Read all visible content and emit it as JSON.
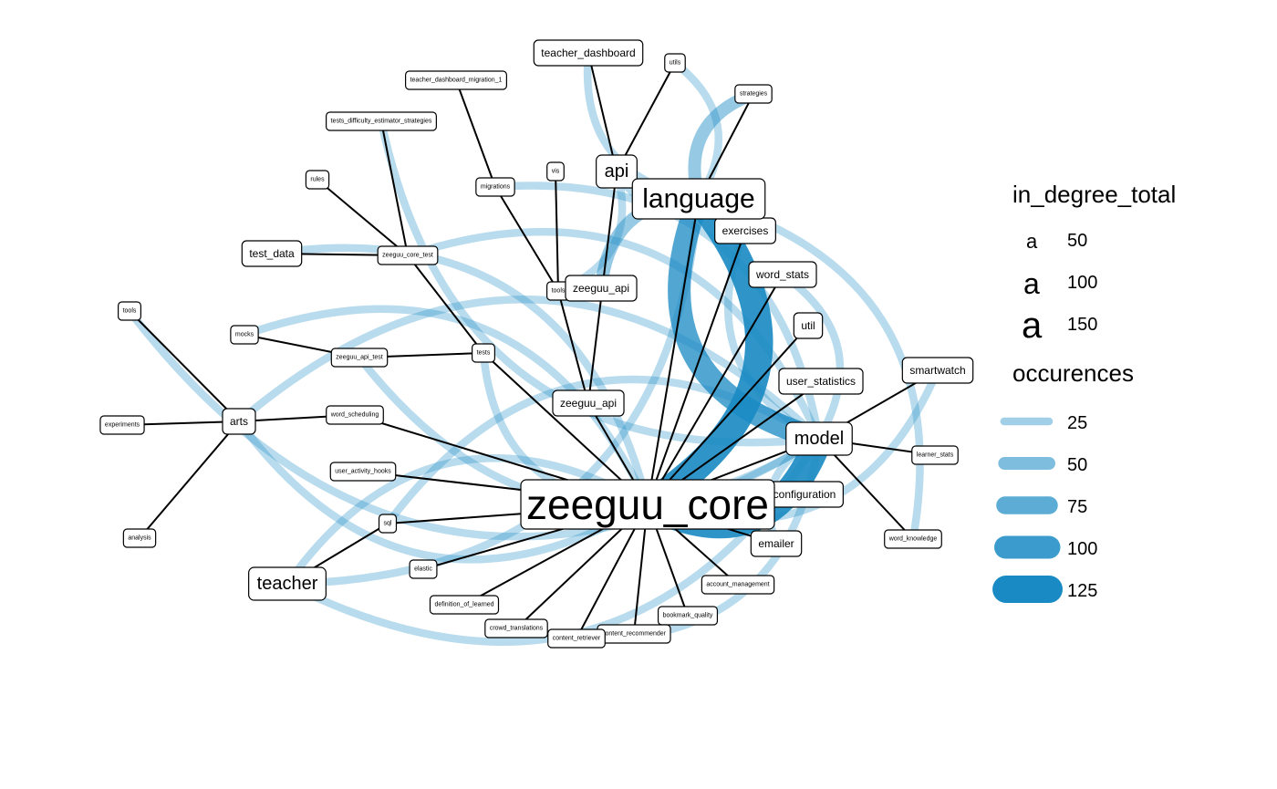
{
  "colors": {
    "edge": "#1a8ac4",
    "tree_edge": "#000000",
    "node_fill": "#ffffff",
    "node_stroke": "#000000"
  },
  "nodes": [
    {
      "id": "zeeguu_core",
      "label": "zeeguu_core",
      "size": "xl"
    },
    {
      "id": "language",
      "label": "language",
      "size": "l"
    },
    {
      "id": "api",
      "label": "api",
      "size": "m"
    },
    {
      "id": "teacher_dashboard",
      "label": "teacher_dashboard",
      "size": "s"
    },
    {
      "id": "utils",
      "label": "utils",
      "size": "xs"
    },
    {
      "id": "teacher_dashboard_migration_1",
      "label": "teacher_dashboard_migration_1",
      "size": "xs"
    },
    {
      "id": "strategies",
      "label": "strategies",
      "size": "xs"
    },
    {
      "id": "tests_difficulty_estimator_strategies",
      "label": "tests_difficulty_estimator_strategies",
      "size": "xs"
    },
    {
      "id": "vis",
      "label": "vis",
      "size": "xs"
    },
    {
      "id": "rules",
      "label": "rules",
      "size": "xs"
    },
    {
      "id": "migrations",
      "label": "migrations",
      "size": "xs"
    },
    {
      "id": "exercises",
      "label": "exercises",
      "size": "s"
    },
    {
      "id": "test_data",
      "label": "test_data",
      "size": "s"
    },
    {
      "id": "zeeguu_core_test",
      "label": "zeeguu_core_test",
      "size": "xs"
    },
    {
      "id": "word_stats",
      "label": "word_stats",
      "size": "s"
    },
    {
      "id": "zeeguu_api_inner",
      "label": "zeeguu_api",
      "size": "s"
    },
    {
      "id": "tools_inner",
      "label": "tools",
      "size": "xs"
    },
    {
      "id": "tools",
      "label": "tools",
      "size": "xs"
    },
    {
      "id": "util",
      "label": "util",
      "size": "s"
    },
    {
      "id": "mocks",
      "label": "mocks",
      "size": "xs"
    },
    {
      "id": "zeeguu_api_test",
      "label": "zeeguu_api_test",
      "size": "xs"
    },
    {
      "id": "tests",
      "label": "tests",
      "size": "xs"
    },
    {
      "id": "smartwatch",
      "label": "smartwatch",
      "size": "s"
    },
    {
      "id": "user_statistics",
      "label": "user_statistics",
      "size": "s"
    },
    {
      "id": "zeeguu_api",
      "label": "zeeguu_api",
      "size": "s"
    },
    {
      "id": "arts",
      "label": "arts",
      "size": "s"
    },
    {
      "id": "word_scheduling",
      "label": "word_scheduling",
      "size": "xs"
    },
    {
      "id": "experiments",
      "label": "experiments",
      "size": "xs"
    },
    {
      "id": "model",
      "label": "model",
      "size": "m"
    },
    {
      "id": "learner_stats",
      "label": "learner_stats",
      "size": "xs"
    },
    {
      "id": "user_activity_hooks",
      "label": "user_activity_hooks",
      "size": "xs"
    },
    {
      "id": "configuration",
      "label": "configuration",
      "size": "s"
    },
    {
      "id": "sql",
      "label": "sql",
      "size": "xs"
    },
    {
      "id": "analysis",
      "label": "analysis",
      "size": "xs"
    },
    {
      "id": "word_knowledge",
      "label": "word_knowledge",
      "size": "xs"
    },
    {
      "id": "emailer",
      "label": "emailer",
      "size": "s"
    },
    {
      "id": "elastic",
      "label": "elastic",
      "size": "xs"
    },
    {
      "id": "teacher",
      "label": "teacher",
      "size": "m"
    },
    {
      "id": "account_management",
      "label": "account_management",
      "size": "xs"
    },
    {
      "id": "definition_of_learned",
      "label": "definition_of_learned",
      "size": "xs"
    },
    {
      "id": "bookmark_quality",
      "label": "bookmark_quality",
      "size": "xs"
    },
    {
      "id": "crowd_translations",
      "label": "crowd_translations",
      "size": "xs"
    },
    {
      "id": "content_recommender",
      "label": "content_recommender",
      "size": "xs"
    },
    {
      "id": "content_retriever",
      "label": "content_retriever",
      "size": "xs"
    }
  ],
  "tree_edges": [
    [
      "api",
      "teacher_dashboard"
    ],
    [
      "api",
      "utils"
    ],
    [
      "api",
      "zeeguu_api"
    ],
    [
      "language",
      "strategies"
    ],
    [
      "migrations",
      "teacher_dashboard_migration_1"
    ],
    [
      "migrations",
      "tools_inner"
    ],
    [
      "vis",
      "tools_inner"
    ],
    [
      "tools_inner",
      "zeeguu_api"
    ],
    [
      "zeeguu_core_test",
      "tests_difficulty_estimator_strategies"
    ],
    [
      "zeeguu_core_test",
      "rules"
    ],
    [
      "zeeguu_core_test",
      "test_data"
    ],
    [
      "zeeguu_core_test",
      "tests"
    ],
    [
      "tests",
      "zeeguu_api_test"
    ],
    [
      "zeeguu_api_test",
      "mocks"
    ],
    [
      "tests",
      "zeeguu_core"
    ],
    [
      "zeeguu_api",
      "zeeguu_core"
    ],
    [
      "arts",
      "tools"
    ],
    [
      "arts",
      "experiments"
    ],
    [
      "arts",
      "analysis"
    ],
    [
      "arts",
      "word_scheduling"
    ],
    [
      "word_scheduling",
      "zeeguu_core"
    ],
    [
      "user_activity_hooks",
      "zeeguu_core"
    ],
    [
      "sql",
      "zeeguu_core"
    ],
    [
      "sql",
      "teacher"
    ],
    [
      "elastic",
      "zeeguu_core"
    ],
    [
      "definition_of_learned",
      "zeeguu_core"
    ],
    [
      "crowd_translations",
      "zeeguu_core"
    ],
    [
      "content_retriever",
      "zeeguu_core"
    ],
    [
      "content_recommender",
      "zeeguu_core"
    ],
    [
      "bookmark_quality",
      "zeeguu_core"
    ],
    [
      "account_management",
      "zeeguu_core"
    ],
    [
      "emailer",
      "zeeguu_core"
    ],
    [
      "configuration",
      "zeeguu_core"
    ],
    [
      "model",
      "zeeguu_core"
    ],
    [
      "user_statistics",
      "zeeguu_core"
    ],
    [
      "util",
      "zeeguu_core"
    ],
    [
      "word_stats",
      "zeeguu_core"
    ],
    [
      "exercises",
      "zeeguu_core"
    ],
    [
      "language",
      "zeeguu_core"
    ],
    [
      "model",
      "smartwatch"
    ],
    [
      "model",
      "learner_stats"
    ],
    [
      "model",
      "word_knowledge"
    ]
  ],
  "dependency_edges": [
    {
      "from": "zeeguu_core",
      "to": "language",
      "occurences": 125
    },
    {
      "from": "model",
      "to": "language",
      "occurences": 100
    },
    {
      "from": "zeeguu_core",
      "to": "model",
      "occurences": 125
    },
    {
      "from": "language",
      "to": "strategies",
      "occurences": 50
    },
    {
      "from": "api",
      "to": "language",
      "occurences": 25
    },
    {
      "from": "zeeguu_api_inner",
      "to": "language",
      "occurences": 50
    },
    {
      "from": "teacher_dashboard",
      "to": "language",
      "occurences": 25
    },
    {
      "from": "utils",
      "to": "language",
      "occurences": 25
    },
    {
      "from": "tools_inner",
      "to": "api",
      "occurences": 25
    },
    {
      "from": "test_data",
      "to": "zeeguu_core",
      "occurences": 25
    },
    {
      "from": "tests",
      "to": "zeeguu_core",
      "occurences": 25
    },
    {
      "from": "teacher",
      "to": "zeeguu_core",
      "occurences": 25
    },
    {
      "from": "arts",
      "to": "zeeguu_core",
      "occurences": 25
    },
    {
      "from": "sql",
      "to": "model",
      "occurences": 25
    },
    {
      "from": "tools",
      "to": "model",
      "occurences": 25
    },
    {
      "from": "mocks",
      "to": "zeeguu_core",
      "occurences": 25
    },
    {
      "from": "zeeguu_api_test",
      "to": "model",
      "occurences": 25
    },
    {
      "from": "migrations",
      "to": "model",
      "occurences": 25
    },
    {
      "from": "teacher",
      "to": "model",
      "occurences": 25
    },
    {
      "from": "arts",
      "to": "model",
      "occurences": 25
    },
    {
      "from": "tests_difficulty_estimator_strategies",
      "to": "model",
      "occurences": 25
    },
    {
      "from": "zeeguu_core_test",
      "to": "model",
      "occurences": 25
    },
    {
      "from": "exercises",
      "to": "model",
      "occurences": 25
    },
    {
      "from": "word_stats",
      "to": "model",
      "occurences": 25
    },
    {
      "from": "content_retriever",
      "to": "model",
      "occurences": 25
    },
    {
      "from": "emailer",
      "to": "model",
      "occurences": 25
    },
    {
      "from": "teacher",
      "to": "language",
      "occurences": 25
    },
    {
      "from": "smartwatch",
      "to": "zeeguu_core",
      "occurences": 25
    },
    {
      "from": "word_knowledge",
      "to": "language",
      "occurences": 25
    }
  ],
  "legend": {
    "size_title": "in_degree_total",
    "size_items": [
      {
        "glyph": "a",
        "value": "50"
      },
      {
        "glyph": "a",
        "value": "100"
      },
      {
        "glyph": "a",
        "value": "150"
      }
    ],
    "width_title": "occurences",
    "width_items": [
      {
        "value": "25",
        "occurences": 25
      },
      {
        "value": "50",
        "occurences": 50
      },
      {
        "value": "75",
        "occurences": 75
      },
      {
        "value": "100",
        "occurences": 100
      },
      {
        "value": "125",
        "occurences": 125
      }
    ]
  }
}
